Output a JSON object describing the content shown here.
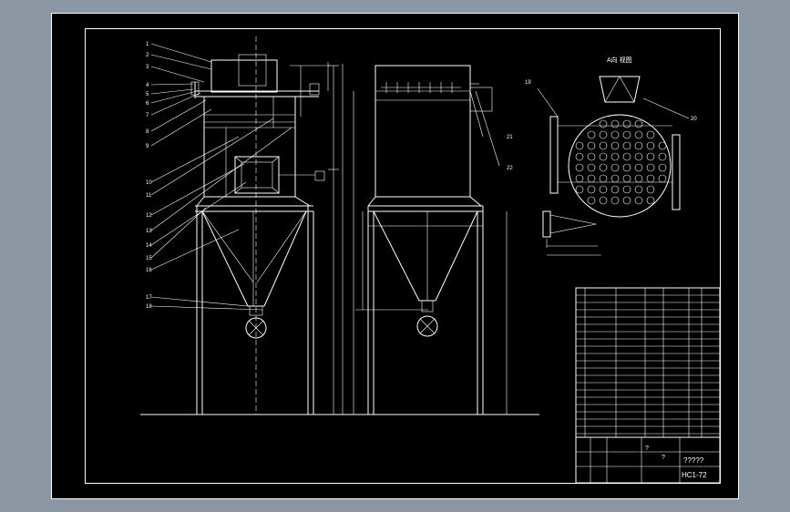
{
  "colors": {
    "background": "#8d96a3",
    "canvas": "#000000",
    "line": "#ffffff"
  },
  "drawing": {
    "view_a_label": "A向 视图",
    "part_numbers_left": [
      "1",
      "2",
      "3",
      "4",
      "5",
      "6",
      "7",
      "8",
      "9",
      "10",
      "11",
      "12",
      "13",
      "14",
      "15",
      "16",
      "17",
      "18"
    ],
    "part_numbers_right": [
      "21",
      "22"
    ],
    "view_a_part_numbers": [
      "19",
      "20"
    ],
    "title_block": {
      "name": "?????",
      "drawing_no": "HC1-72",
      "marks": [
        "?",
        "?"
      ]
    }
  }
}
